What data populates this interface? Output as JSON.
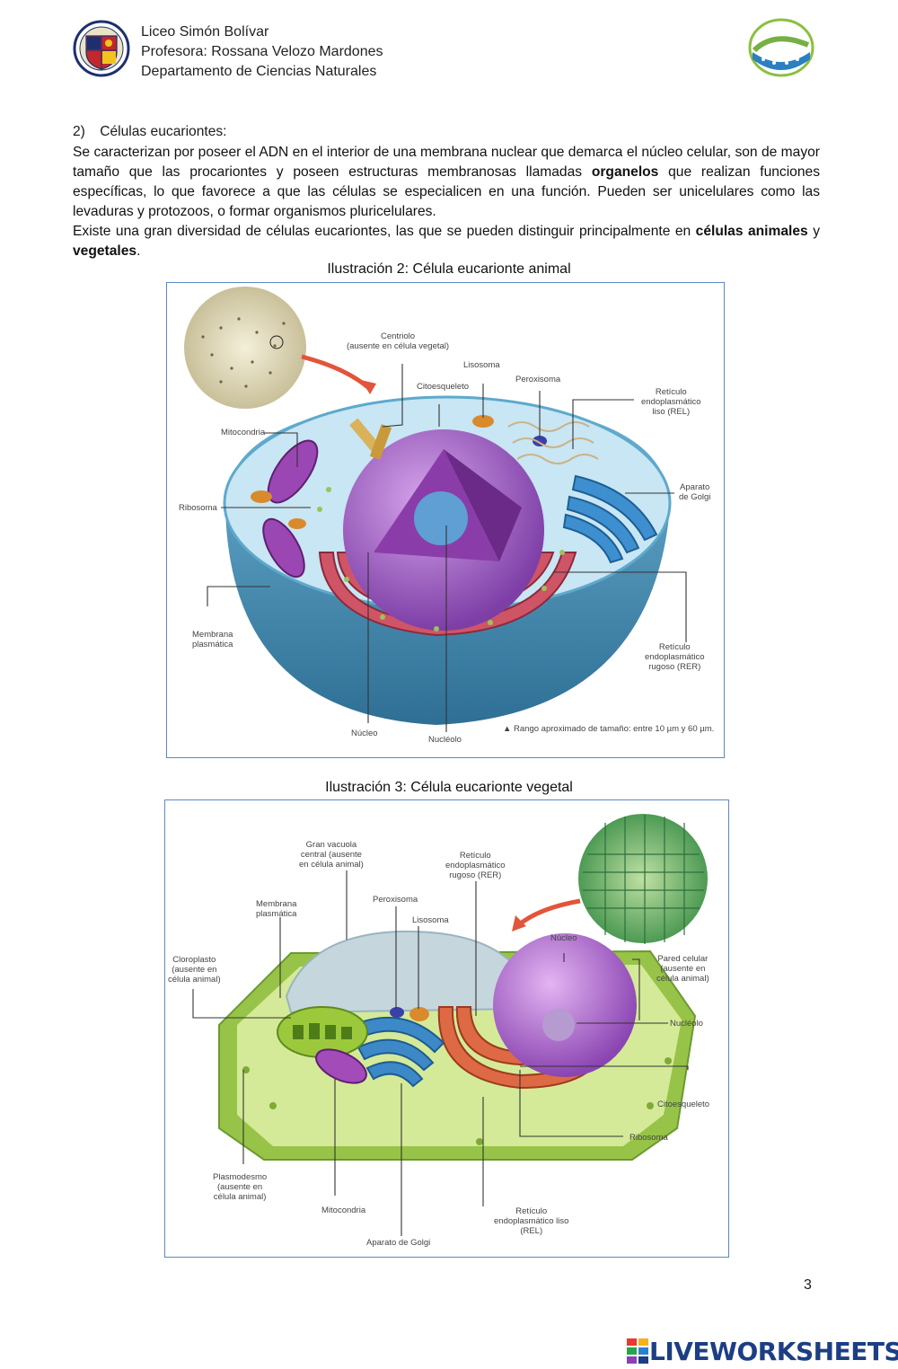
{
  "header": {
    "school": "Liceo Simón Bolívar",
    "teacher": "Profesora: Rossana Velozo Mardones",
    "department": "Departamento de Ciencias Naturales",
    "logo_left_name": "school-crest",
    "logo_right_name": "environmental-certification-seal"
  },
  "section": {
    "number": "2)",
    "title": "Células eucariontes:",
    "p1_a": "Se caracterizan por poseer el ADN en el interior de una membrana nuclear que demarca el núcleo celular, son de mayor tamaño que las procariontes y poseen estructuras membranosas llamadas ",
    "p1_bold": "organelos",
    "p1_b": " que realizan funciones específicas, lo que favorece a que las células se especialicen en una función. Pueden ser unicelulares como las levaduras y protozoos, o formar organismos pluricelulares.",
    "p2_a": "Existe una gran diversidad de células eucariontes, las que se pueden distinguir principalmente en ",
    "p2_bold1": "células animales",
    "p2_mid": " y ",
    "p2_bold2": "vegetales",
    "p2_end": "."
  },
  "figure2": {
    "caption": "Ilustración 2: Célula eucarionte animal",
    "labels": {
      "centriolo": "Centriolo\n(ausente en célula vegetal)",
      "lisosoma": "Lisosoma",
      "citoesqueleto": "Citoesqueleto",
      "peroxisoma": "Peroxisoma",
      "rel": "Retículo\nendoplasmático\nliso (REL)",
      "mitocondria": "Mitocondria",
      "ribosoma": "Ribosoma",
      "golgi": "Aparato\nde Golgi",
      "membrana": "Membrana\nplasmática",
      "rer": "Retículo\nendoplasmático\nrugoso (RER)",
      "nucleo": "Núcleo",
      "nucleolo": "Nucléolo",
      "rango": "▲ Rango aproximado de tamaño: entre 10 µm y 60 µm."
    },
    "colors": {
      "cytoplasm": "#bfe0ee",
      "membrane": "#4f9cc0",
      "nucleus": "#9d5fc2",
      "rer": "#c24a5d",
      "mito": "#8a3aa0"
    }
  },
  "figure3": {
    "caption": "Ilustración 3: Célula eucarionte vegetal",
    "labels": {
      "vacuola": "Gran vacuola\ncentral (ausente\nen célula animal)",
      "rer": "Retículo\nendoplasmático\nrugoso (RER)",
      "membrana": "Membrana\nplasmática",
      "peroxisoma": "Peroxisoma",
      "lisosoma": "Lisosoma",
      "cloroplasto": "Cloroplasto\n(ausente en\ncélula animal)",
      "nucleo": "Núcleo",
      "pared": "Pared celular\n(ausente en\ncélula animal)",
      "nucleolo": "Nucléolo",
      "citoesqueleto": "Citoesqueleto",
      "ribosoma": "Ribosoma",
      "plasmodesmo": "Plasmodesmo\n(ausente en\ncélula animal)",
      "mitocondria": "Mitocondria",
      "rel": "Retículo\nendoplasmático liso\n(REL)",
      "golgi": "Aparato de Golgi"
    },
    "colors": {
      "wall": "#9bc94a",
      "cytoplasm": "#d6ea9a",
      "vacuole": "#c9d9e0",
      "nucleus": "#b06ad0",
      "rer": "#d8603c",
      "golgi": "#3b86c6"
    }
  },
  "page_number": "3",
  "watermark": "LIVEWORKSHEETS"
}
